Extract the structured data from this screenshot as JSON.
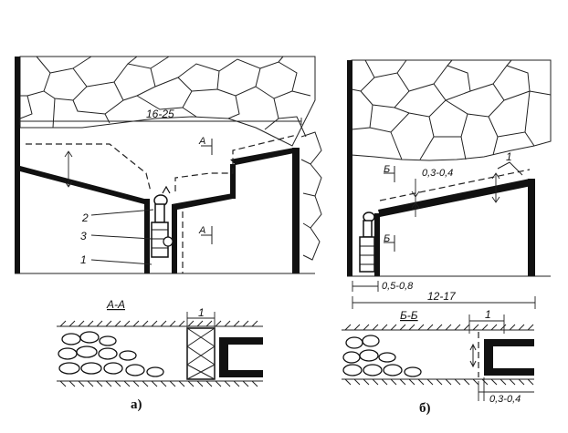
{
  "figure_a": {
    "width_dim": "16-25",
    "section_mark": "А",
    "callouts": [
      "2",
      "3",
      "1"
    ],
    "section_title": "А-А",
    "section_dim": "1",
    "caption": "а)"
  },
  "figure_b": {
    "section_mark": "Б",
    "thickness_dim": "0,3-0,4",
    "callout": "1",
    "gap_dim": "0,5-0,8",
    "width_dim": "12-17",
    "section_title": "Б-Б",
    "section_dim": "1",
    "bottom_dim": "0,3-0,4",
    "caption": "б)"
  }
}
